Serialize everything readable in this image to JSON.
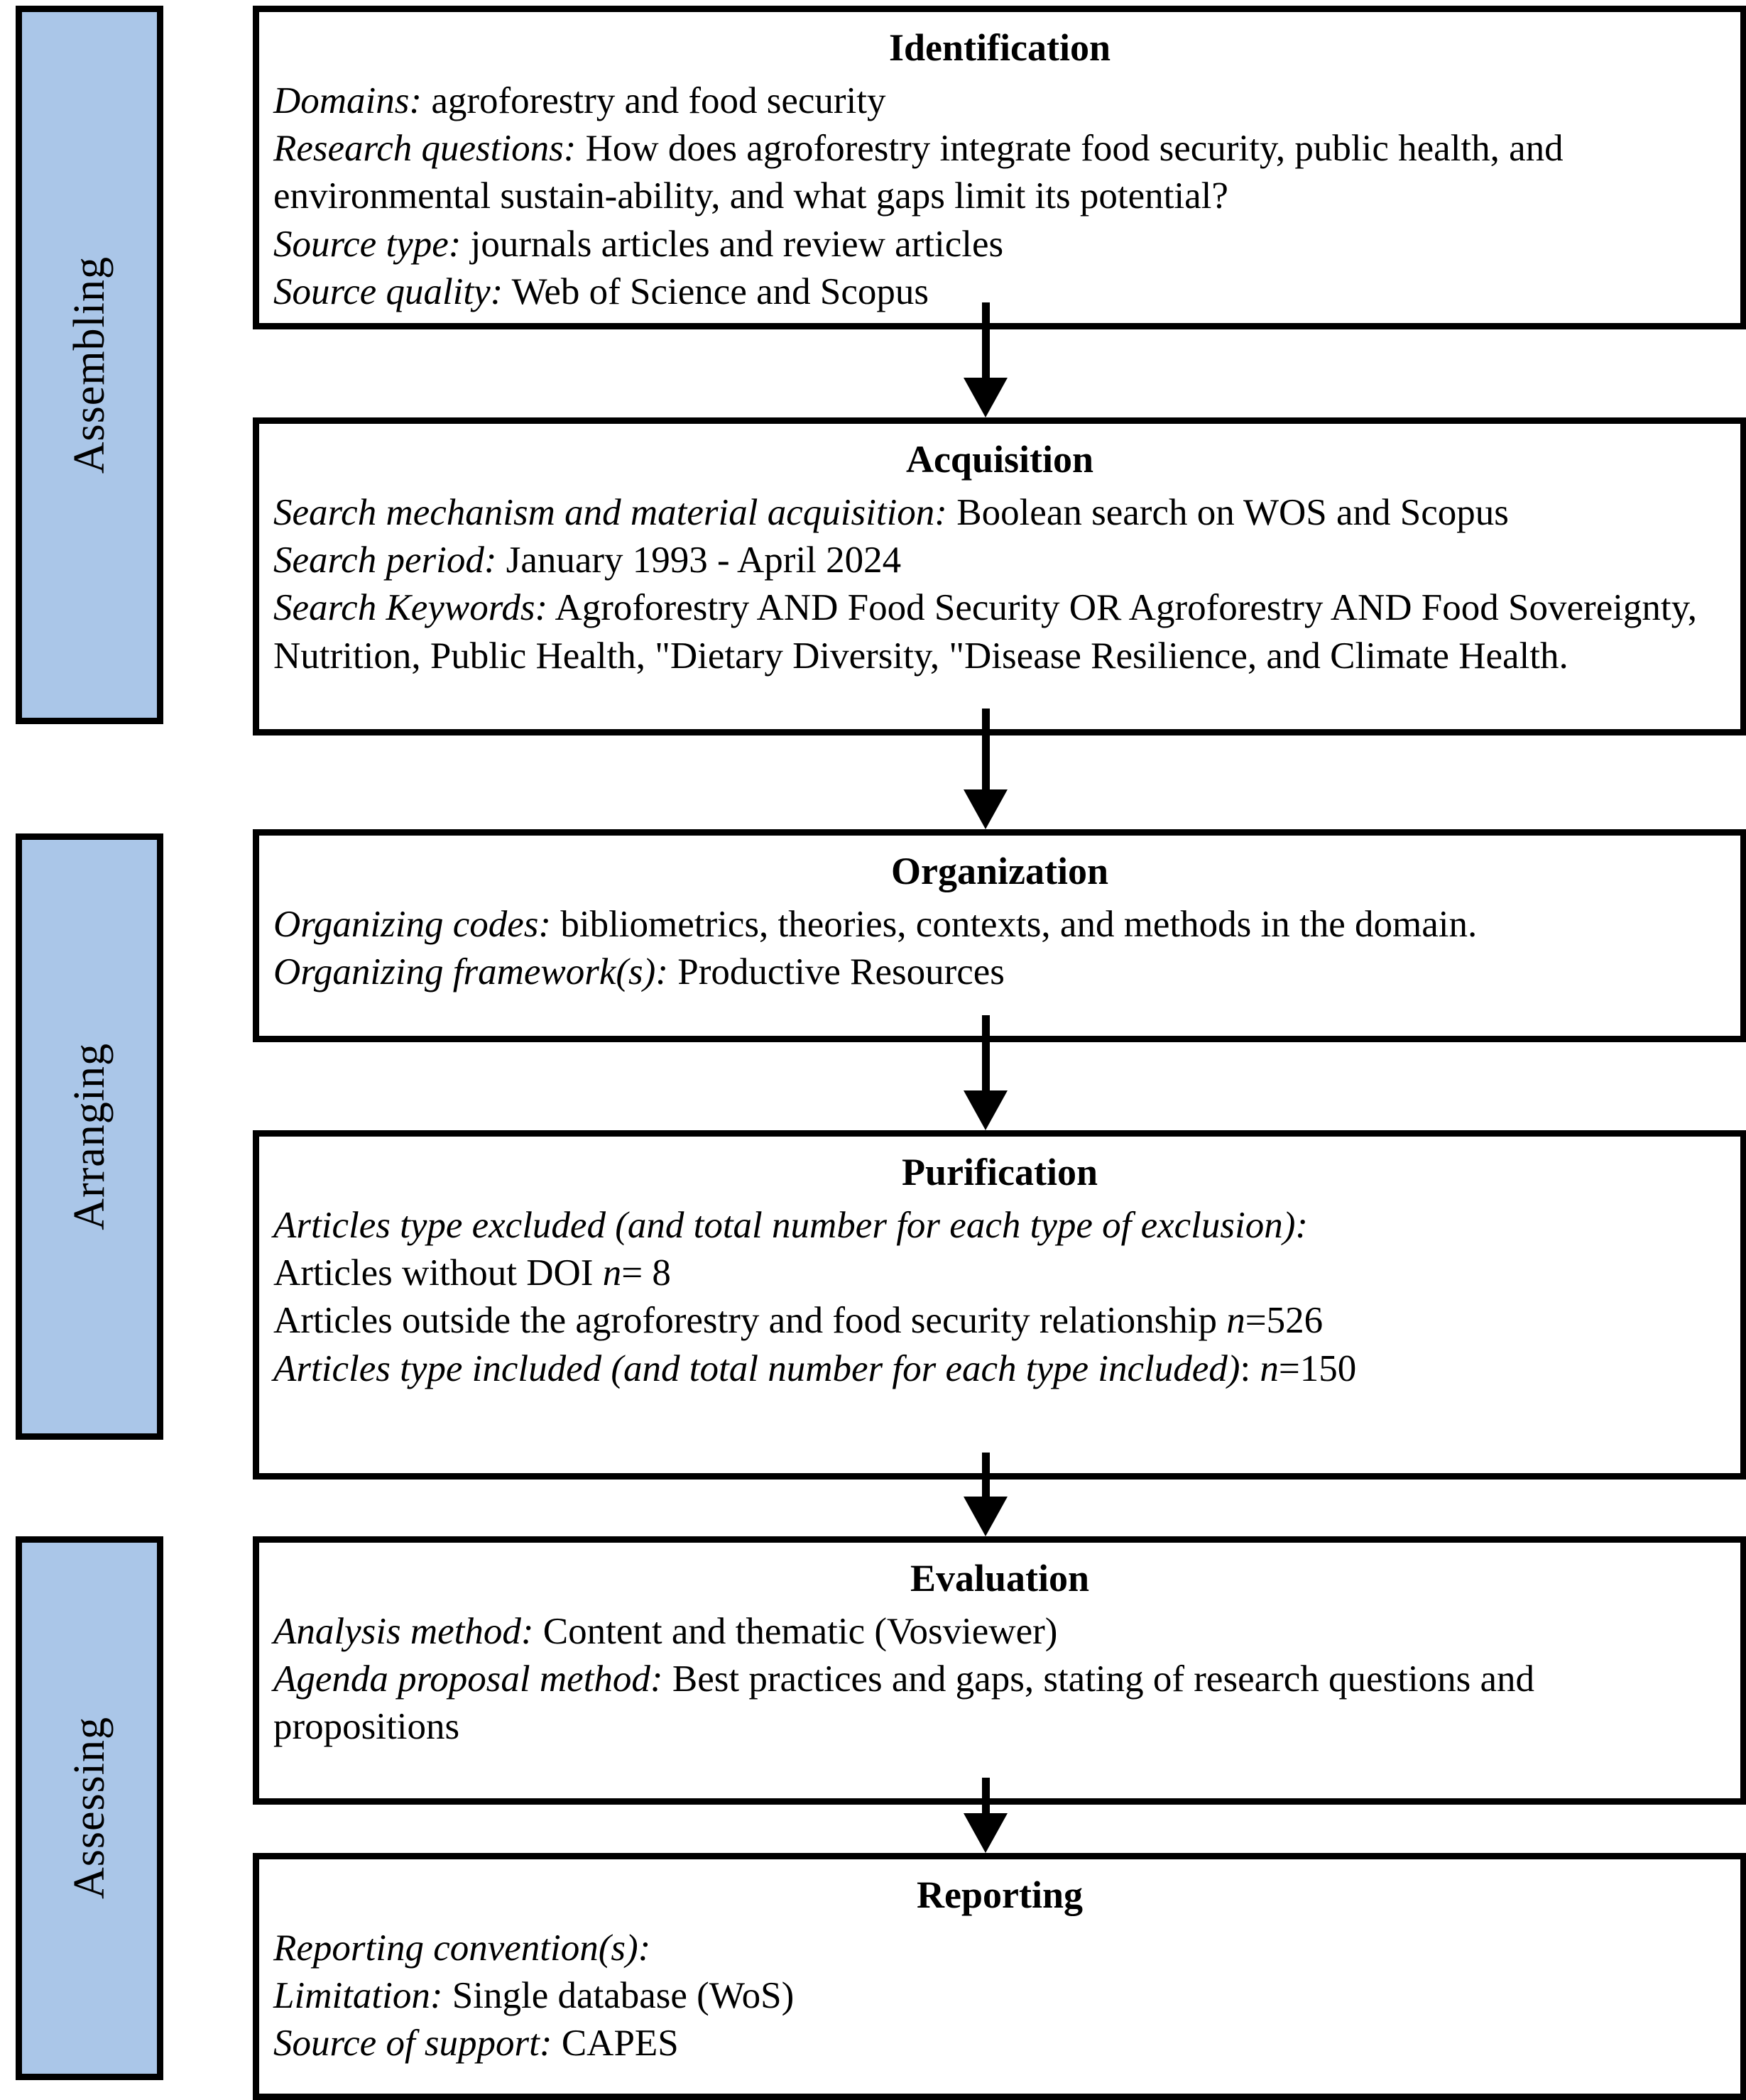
{
  "colors": {
    "phase_bar_fill": "#AAC6E8",
    "border": "#000000",
    "page_background": "#FFFFFF",
    "text": "#000000"
  },
  "phases": [
    {
      "label": "Assembling"
    },
    {
      "label": "Arranging"
    },
    {
      "label": "Assessing"
    }
  ],
  "stages": [
    {
      "id": "identification",
      "title": "Identification",
      "lines": [
        {
          "label": "Domains:",
          "value": " agroforestry and food security"
        },
        {
          "label": "Research questions:",
          "value": " How does agroforestry integrate food security, public health, and environmental sustain-ability, and what gaps limit its potential?"
        },
        {
          "label": "Source type:",
          "value": " journals articles and review articles"
        },
        {
          "label": "Source quality:",
          "value": " Web of Science and Scopus"
        }
      ]
    },
    {
      "id": "acquisition",
      "title": "Acquisition",
      "lines": [
        {
          "label": "Search mechanism and material acquisition:",
          "value": " Boolean search on WOS and Scopus"
        },
        {
          "label": "Search period:",
          "value": " January 1993 - April 2024"
        },
        {
          "label": "Search Keywords:",
          "value": " Agroforestry AND Food Security OR Agroforestry AND Food Sovereignty, Nutrition, Public Health, \"Dietary Diversity, \"Disease Resilience, and Climate Health."
        }
      ]
    },
    {
      "id": "organization",
      "title": "Organization",
      "lines": [
        {
          "label": "Organizing codes:",
          "value": " bibliometrics, theories, contexts, and methods in the domain."
        },
        {
          "label": "Organizing framework(s):",
          "value": " Productive Resources"
        }
      ]
    },
    {
      "id": "purification",
      "title": "Purification",
      "lines": [
        {
          "label": "Articles type excluded (and total number for each type of exclusion):",
          "value": ""
        },
        {
          "label": "",
          "value": "Articles without DOI n= 8",
          "italic_n": true
        },
        {
          "label": "",
          "value": "Articles outside the agroforestry and food security relationship n=526",
          "italic_n": true
        },
        {
          "label": "Articles type included (and total number for each type included)",
          "value": ": n=150"
        }
      ]
    },
    {
      "id": "evaluation",
      "title": "Evaluation",
      "lines": [
        {
          "label": "Analysis method:",
          "value": " Content and thematic (Vosviewer)"
        },
        {
          "label": "Agenda proposal method:",
          "value": " Best practices and gaps, stating of research questions and propositions"
        }
      ]
    },
    {
      "id": "reporting",
      "title": "Reporting",
      "lines": [
        {
          "label": "Reporting convention(s):",
          "value": ""
        },
        {
          "label": "Limitation:",
          "value": " Single database (WoS)"
        },
        {
          "label": "Source of support:",
          "value": " CAPES"
        }
      ]
    }
  ],
  "arrows": [
    {
      "from": "identification",
      "to": "acquisition"
    },
    {
      "from": "acquisition",
      "to": "organization"
    },
    {
      "from": "organization",
      "to": "purification"
    },
    {
      "from": "purification",
      "to": "evaluation"
    },
    {
      "from": "evaluation",
      "to": "reporting"
    }
  ]
}
